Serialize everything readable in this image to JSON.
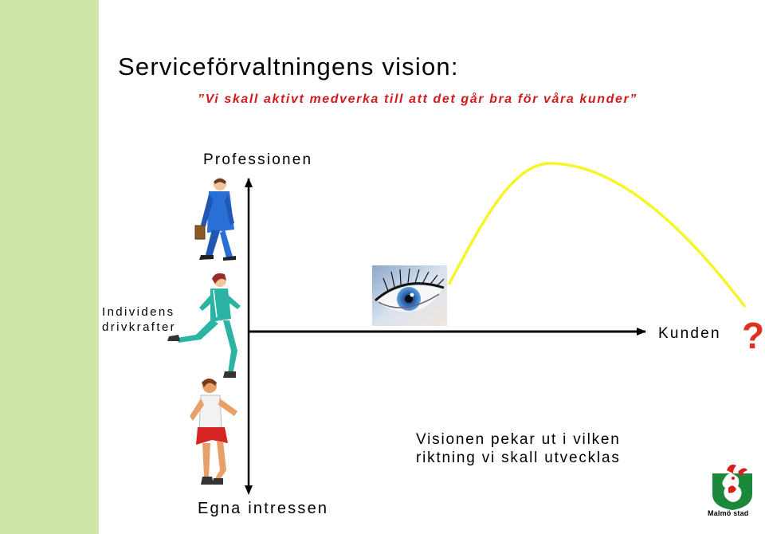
{
  "slide": {
    "title": "Serviceförvaltningens vision:",
    "subtitle": "”Vi skall aktivt medverka till att det går bra för våra kunder”"
  },
  "diagram": {
    "top_label": "Professionen",
    "left_label_line1": "Individens",
    "left_label_line2": "drivkrafter",
    "right_label": "Kunden",
    "bottom_label": "Egna intressen",
    "question_mark": "?",
    "vision_line1": "Visionen pekar ut i vilken",
    "vision_line2": "riktning vi skall utvecklas"
  },
  "logo": {
    "text": "Malmö stad",
    "icon": "malmo-griffin-logo-icon"
  },
  "colors": {
    "side_strip": "#cfe6a8",
    "subtitle": "#d11c1c",
    "curve": "#f5f52a",
    "question_mark": "#e0301e"
  }
}
